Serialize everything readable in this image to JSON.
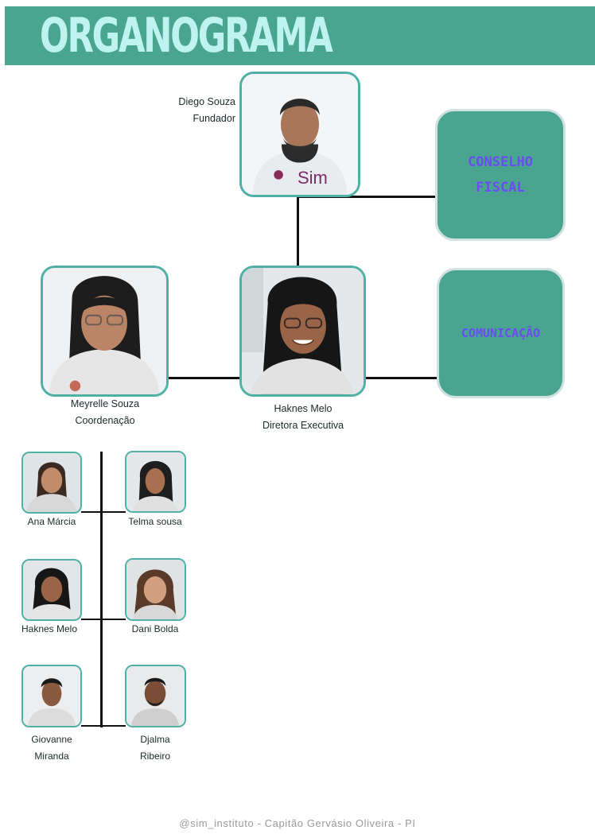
{
  "header": {
    "title": "ORGANOGRAMA"
  },
  "founder": {
    "name": "Diego Souza",
    "role": "Fundador",
    "shirt_text": "Sim"
  },
  "departments": [
    {
      "line1": "CONSELHO",
      "line2": "FISCAL"
    },
    {
      "line1": "COMUNICAÇÃO"
    }
  ],
  "coordinator": {
    "name": "Meyrelle Souza",
    "role": "Coordenação"
  },
  "director": {
    "name": "Haknes Melo",
    "role": "Diretora Executiva"
  },
  "team": [
    {
      "name": "Ana Márcia"
    },
    {
      "name": "Telma sousa"
    },
    {
      "name": "Haknes Melo"
    },
    {
      "name": "Dani Bolda"
    },
    {
      "line1": "Giovanne",
      "line2": "Miranda"
    },
    {
      "line1": "Djalma",
      "line2": "Ribeiro"
    }
  ],
  "footer": {
    "text": "@sim_instituto - Capitão Gervásio Oliveira - PI"
  },
  "colors": {
    "banner": "#4aa590",
    "title": "#bff3ef",
    "department_text": "#6b4cf0",
    "photo_border": "#4fb0a6"
  }
}
